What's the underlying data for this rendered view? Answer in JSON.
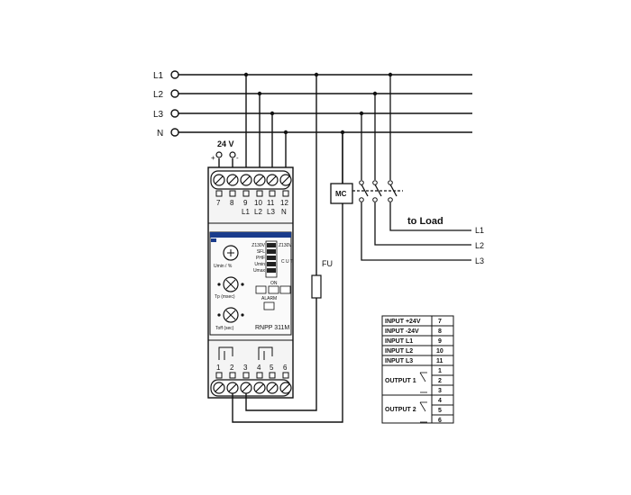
{
  "lines": {
    "l1": "L1",
    "l2": "L2",
    "l3": "L3",
    "n": "N"
  },
  "relay": {
    "supply_label": "24 V",
    "supply_polarity": [
      "+",
      "-"
    ],
    "top_terminals": [
      "7",
      "8",
      "9",
      "10",
      "11",
      "12"
    ],
    "top_phase_labels": [
      "L1",
      "L2",
      "L3",
      "N"
    ],
    "dip_labels": [
      "Z130V",
      "SFL",
      "PHF",
      "Umin",
      "Umax"
    ],
    "dip_right_label": "Z130V",
    "dip_side": "C U T",
    "knob1_label": "Umin / %",
    "knob2_label": "Tp (msec)",
    "knob3_label": "Toff (sec)",
    "on_label": "ON",
    "alarm_label": "ALARM",
    "model": "RNPP 311M",
    "bottom_terminals": [
      "1",
      "2",
      "3",
      "4",
      "5",
      "6"
    ]
  },
  "fuse_label": "FU",
  "contactor_label": "MC",
  "load": {
    "title": "to Load",
    "lines": [
      "L1",
      "L2",
      "L3"
    ]
  },
  "table": {
    "rows": [
      {
        "label": "INPUT +24V",
        "term": "7"
      },
      {
        "label": "INPUT -24V",
        "term": "8"
      },
      {
        "label": "INPUT L1",
        "term": "9"
      },
      {
        "label": "INPUT L2",
        "term": "10"
      },
      {
        "label": "INPUT L3",
        "term": "11"
      }
    ],
    "outputs": [
      {
        "label": "OUTPUT 1",
        "terms": [
          "1",
          "2",
          "3"
        ]
      },
      {
        "label": "OUTPUT 2",
        "terms": [
          "4",
          "5",
          "6"
        ]
      }
    ]
  },
  "colors": {
    "line": "#111111",
    "panel": "#f2f2f2",
    "accent": "#1a3c8c"
  }
}
